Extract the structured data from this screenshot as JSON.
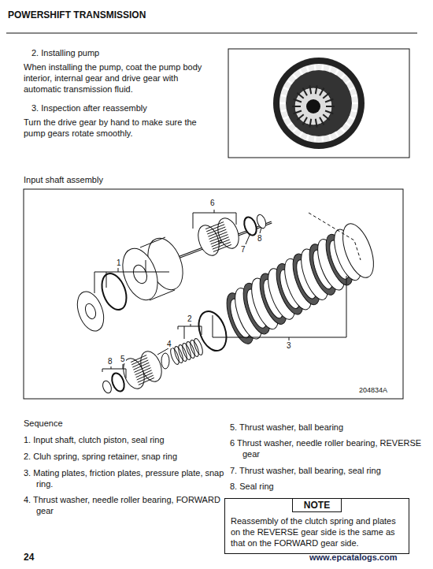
{
  "diagram": {
    "title": "POWERSHIFT TRANSMISSION",
    "nodes": [
      {
        "text": [
          "NOTE",
          "Reassembly of the clutch spring and plates on the REVERSE gear side is the same as that on the FORWARD gear side."
        ]
      }
    ],
    "labels": [
      "2. Installing pump",
      "When installing the pump, coat the pump body interior, internal gear and drive gear with automatic transmission fluid.",
      "3. Inspection after reassembly",
      "Turn the drive gear by hand to make sure the pump gears rotate smoothly.",
      "Input shaft assembly",
      "6",
      "7",
      "8",
      "1",
      "2",
      "4",
      "3",
      "8",
      "5",
      "204834A",
      "Sequence",
      "1. Input shaft, clutch piston, seal ring",
      "2. Cluh spring, spring retainer, snap ring",
      "3. Mating plates, friction plates, pressure plate, snap ring.",
      "4. Thrust washer, needle roller bearing, FORWARD gear",
      "5. Thrust washer, ball bearing",
      "6 Thrust washer, needle roller bearing, REVERSE gear",
      "7. Thrust washer, ball bearing, seal ring",
      "8. Seal ring",
      "24",
      "www.epcatalogs.com"
    ]
  }
}
